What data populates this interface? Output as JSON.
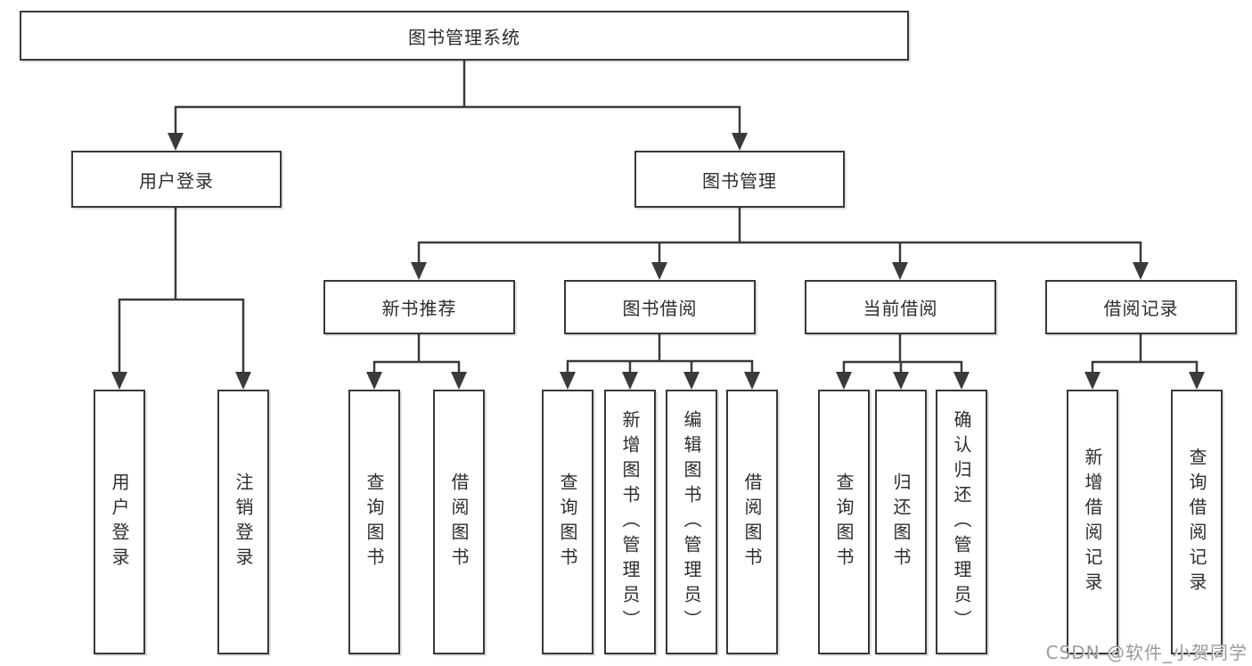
{
  "tree": {
    "label": "图书管理系统",
    "children": [
      {
        "label": "用户登录",
        "children": [
          {
            "label": "用户登录"
          },
          {
            "label": "注销登录"
          }
        ]
      },
      {
        "label": "图书管理",
        "children": [
          {
            "label": "新书推荐",
            "children": [
              {
                "label": "查询图书"
              },
              {
                "label": "借阅图书"
              }
            ]
          },
          {
            "label": "图书借阅",
            "children": [
              {
                "label": "查询图书"
              },
              {
                "label": "新增图书（管理员）"
              },
              {
                "label": "编辑图书（管理员）"
              },
              {
                "label": "借阅图书"
              }
            ]
          },
          {
            "label": "当前借阅",
            "children": [
              {
                "label": "查询图书"
              },
              {
                "label": "归还图书"
              },
              {
                "label": "确认归还（管理员）"
              }
            ]
          },
          {
            "label": "借阅记录",
            "children": [
              {
                "label": "新增借阅记录"
              },
              {
                "label": "查询借阅记录"
              }
            ]
          }
        ]
      }
    ]
  },
  "watermark": {
    "text": "CSDN @软件_小贺同学"
  },
  "colors": {
    "line": "#3a3a3a",
    "box_border": "#383838",
    "text": "#2d2d2d",
    "watermark": "#9b9b9b",
    "background": "#ffffff"
  }
}
